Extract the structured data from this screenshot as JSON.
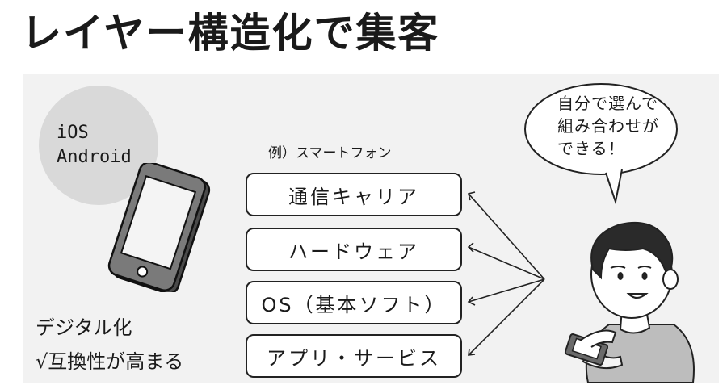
{
  "title": "レイヤー構造化で集客",
  "os_circle": {
    "line1": "iOS",
    "line2": "Android"
  },
  "example_label": "例）スマートフォン",
  "layers": [
    "通信キャリア",
    "ハードウェア",
    "OS（基本ソフト）",
    "アプリ・サービス"
  ],
  "bottom_text": {
    "line1": "デジタル化",
    "line2": "√互換性が高まる"
  },
  "speech_bubble": {
    "text": "自分で選んで\n組み合わせが\nできる！"
  }
}
